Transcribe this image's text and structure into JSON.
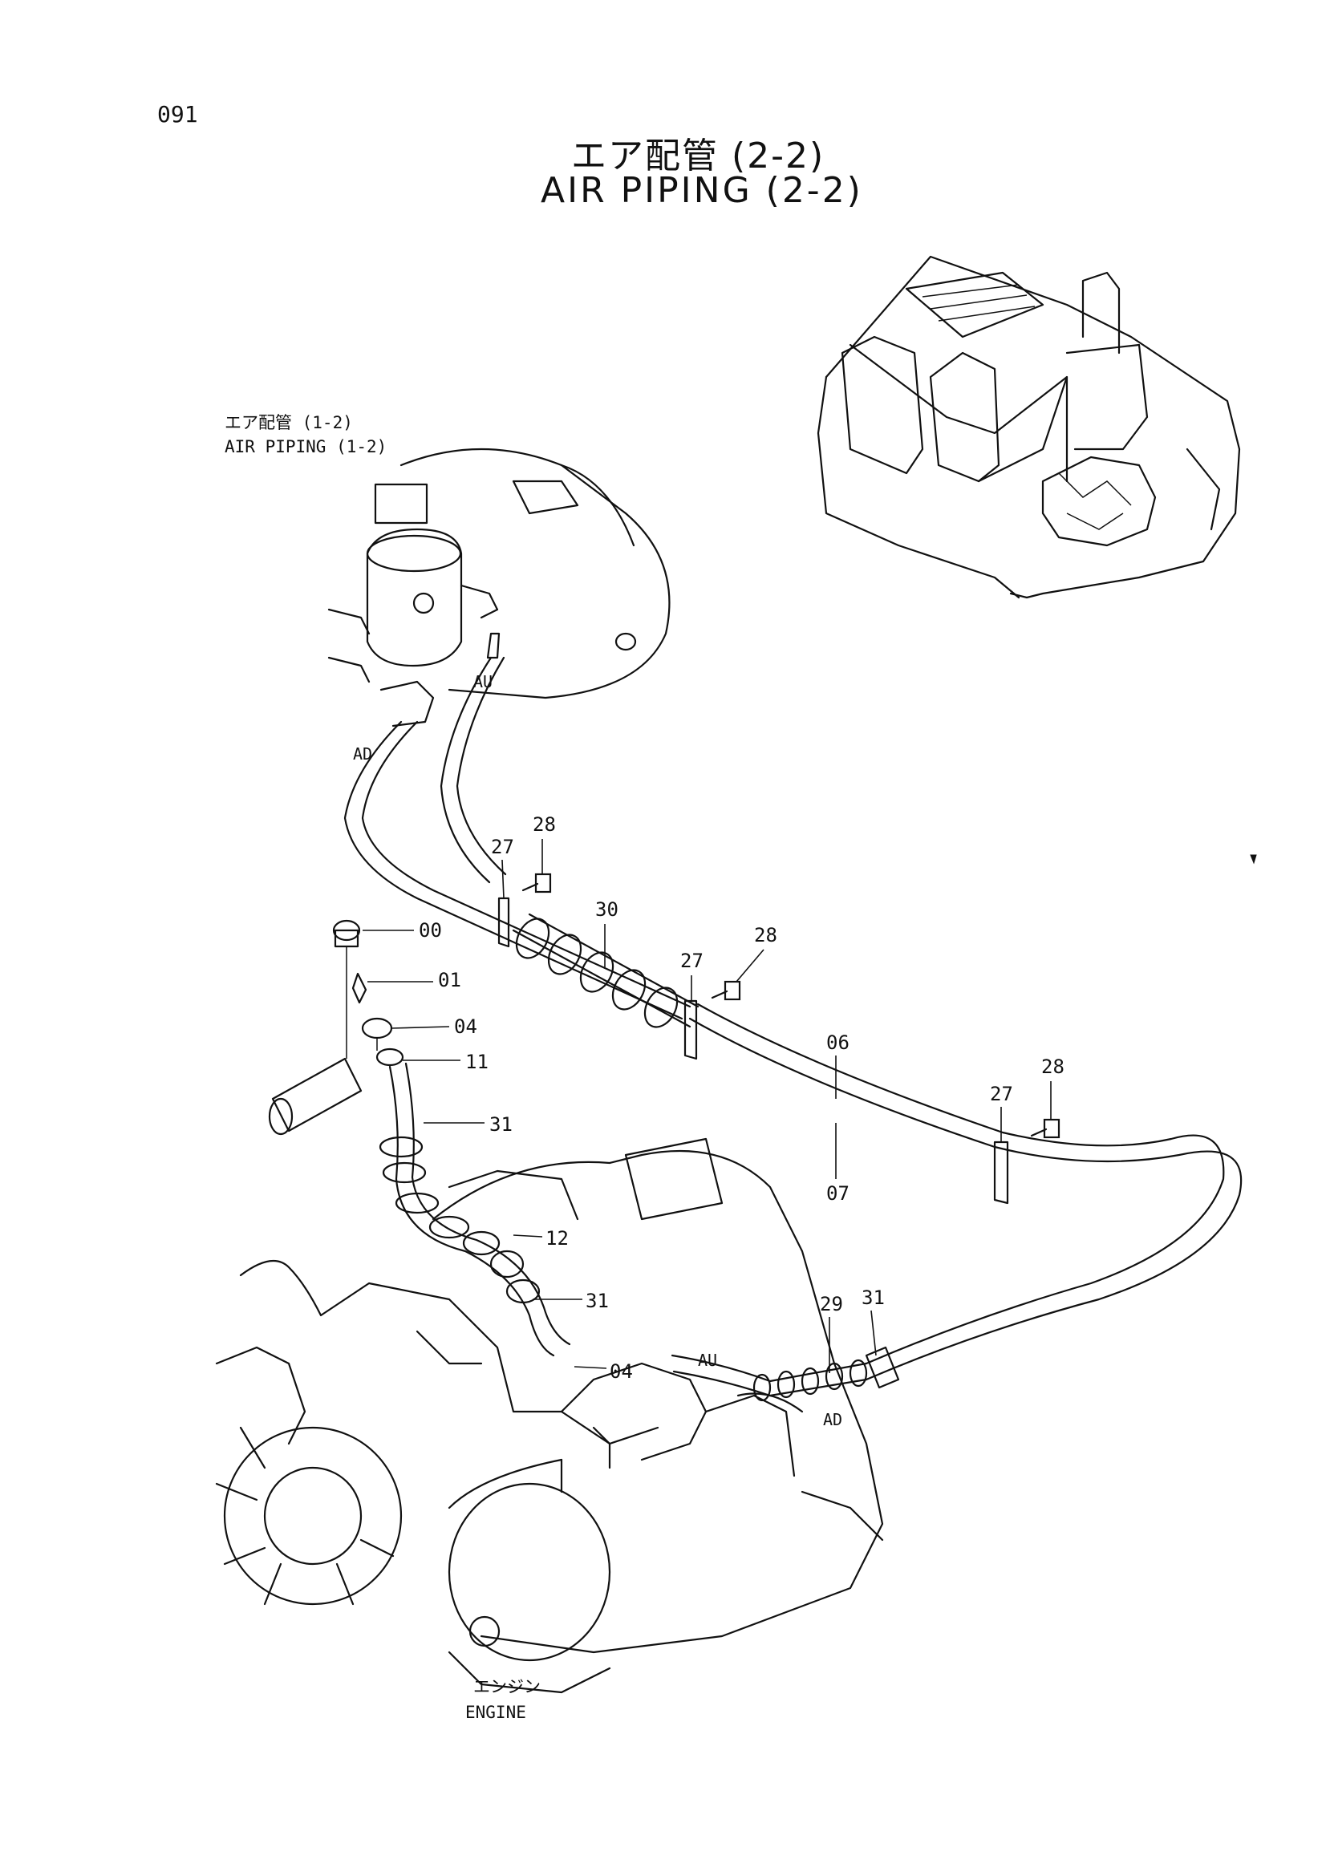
{
  "page_number": "091",
  "title": {
    "japanese": "エア配管 (2-2)",
    "english": "AIR PIPING (2-2)"
  },
  "references": {
    "air_piping_1_2": {
      "japanese": "エア配管 (1-2)",
      "english": "AIR PIPING (1-2)"
    },
    "engine": {
      "japanese": "エンジン",
      "english": "ENGINE"
    }
  },
  "ports": {
    "au_upper": "AU",
    "ad_upper": "AD",
    "au_lower": "AU",
    "ad_lower": "AD"
  },
  "callouts": {
    "c00": "00",
    "c01": "01",
    "c04a": "04",
    "c11": "11",
    "c31a": "31",
    "c12": "12",
    "c31b": "31",
    "c04b": "04",
    "c27a": "27",
    "c28a": "28",
    "c30": "30",
    "c27b": "27",
    "c28b": "28",
    "c06": "06",
    "c07": "07",
    "c27c": "27",
    "c28c": "28",
    "c29": "29",
    "c31c": "31"
  }
}
